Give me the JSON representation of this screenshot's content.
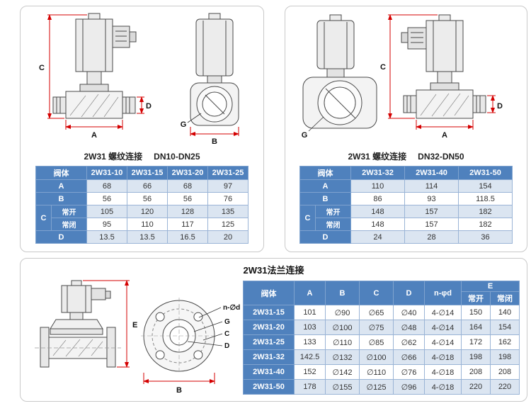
{
  "colors": {
    "header_blue": "#4f81bd",
    "row_alt_blue": "#dbe5f1",
    "dim_red": "#d40000"
  },
  "dims": {
    "A": "A",
    "B": "B",
    "C": "C",
    "D": "D",
    "E": "E",
    "G": "G",
    "nd": "n-∅d"
  },
  "left": {
    "caption": "2W31 螺纹连接",
    "range": "DN10-DN25",
    "h": [
      "阀体",
      "2W31-10",
      "2W31-15",
      "2W31-20",
      "2W31-25"
    ],
    "rA": [
      "A",
      "68",
      "66",
      "68",
      "97"
    ],
    "rB": [
      "B",
      "56",
      "56",
      "56",
      "76"
    ],
    "rC1": [
      "C",
      "常开",
      "105",
      "120",
      "128",
      "135"
    ],
    "rC2": [
      "常闭",
      "95",
      "110",
      "117",
      "125"
    ],
    "rD": [
      "D",
      "13.5",
      "13.5",
      "16.5",
      "20"
    ]
  },
  "right": {
    "caption": "2W31 螺纹连接",
    "range": "DN32-DN50",
    "h": [
      "阀体",
      "2W31-32",
      "2W31-40",
      "2W31-50"
    ],
    "rA": [
      "A",
      "110",
      "114",
      "154"
    ],
    "rB": [
      "B",
      "86",
      "93",
      "118.5"
    ],
    "rC1": [
      "C",
      "常开",
      "148",
      "157",
      "182"
    ],
    "rC2": [
      "常闭",
      "148",
      "157",
      "182"
    ],
    "rD": [
      "D",
      "24",
      "28",
      "36"
    ]
  },
  "bottom": {
    "title": "2W31法兰连接",
    "h": [
      "阀体",
      "A",
      "B",
      "C",
      "D",
      "n-φd",
      "E"
    ],
    "hE": [
      "常开",
      "常闭"
    ],
    "rows": [
      [
        "2W31-15",
        "101",
        "∅90",
        "∅65",
        "∅40",
        "4-∅14",
        "150",
        "140"
      ],
      [
        "2W31-20",
        "103",
        "∅100",
        "∅75",
        "∅48",
        "4-∅14",
        "164",
        "154"
      ],
      [
        "2W31-25",
        "133",
        "∅110",
        "∅85",
        "∅62",
        "4-∅14",
        "172",
        "162"
      ],
      [
        "2W31-32",
        "142.5",
        "∅132",
        "∅100",
        "∅66",
        "4-∅18",
        "198",
        "198"
      ],
      [
        "2W31-40",
        "152",
        "∅142",
        "∅110",
        "∅76",
        "4-∅18",
        "208",
        "208"
      ],
      [
        "2W31-50",
        "178",
        "∅155",
        "∅125",
        "∅96",
        "4-∅18",
        "220",
        "220"
      ]
    ]
  }
}
